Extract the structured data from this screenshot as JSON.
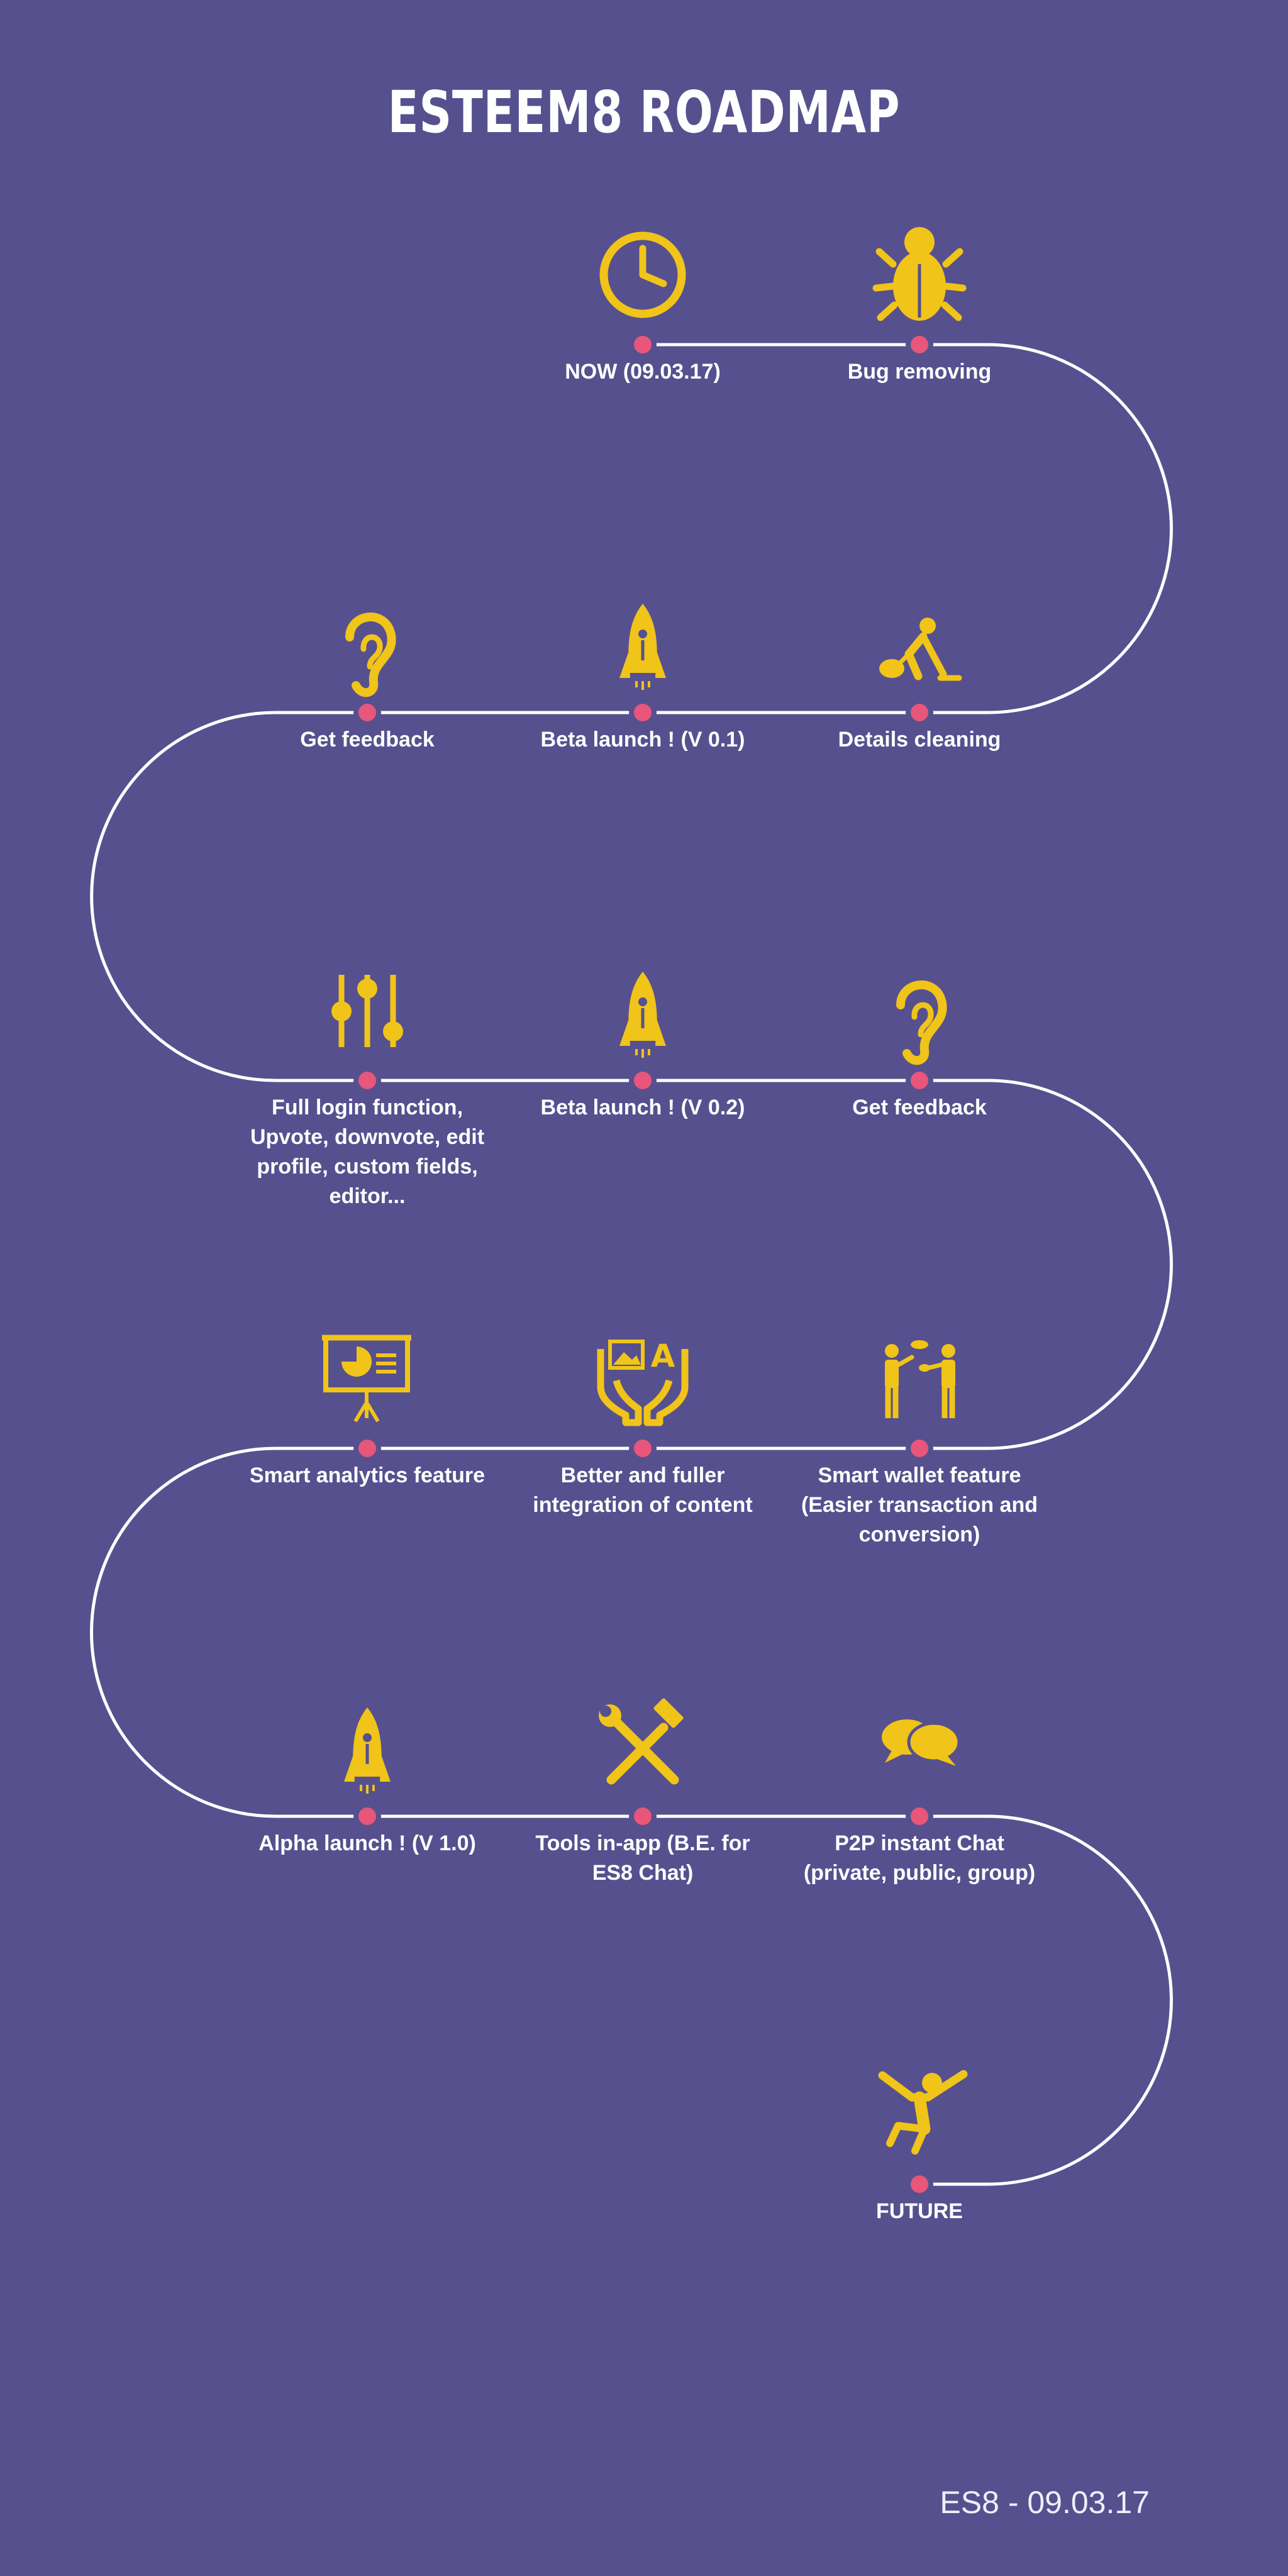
{
  "title": "ESTEEM8 ROADMAP",
  "footer": "ES8 - 09.03.17",
  "colors": {
    "background": "#56508f",
    "path": "#ffffff",
    "dot": "#e8567a",
    "icon": "#f0c419"
  },
  "milestones": [
    {
      "label": "NOW (09.03.17)",
      "icon": "clock-icon"
    },
    {
      "label": "Bug removing",
      "icon": "bug-icon"
    },
    {
      "label": "Details cleaning",
      "icon": "vacuum-cleaning-icon"
    },
    {
      "label": "Beta launch ! (V 0.1)",
      "icon": "rocket-icon"
    },
    {
      "label": "Get feedback",
      "icon": "ear-icon"
    },
    {
      "label": "Full login function, Upvote, downvote, edit profile, custom fields, editor...",
      "icon": "sliders-icon"
    },
    {
      "label": "Beta launch ! (V 0.2)",
      "icon": "rocket-icon"
    },
    {
      "label": "Get feedback",
      "icon": "ear-icon"
    },
    {
      "label": "Smart wallet feature (Easier transaction and conversion)",
      "icon": "exchange-people-icon"
    },
    {
      "label": "Better and fuller integration of content",
      "icon": "hands-media-icon"
    },
    {
      "label": "Smart analytics feature",
      "icon": "presentation-icon"
    },
    {
      "label": "Alpha launch ! (V 1.0)",
      "icon": "rocket-icon"
    },
    {
      "label": "Tools in-app (B.E. for ES8 Chat)",
      "icon": "tools-icon"
    },
    {
      "label": "P2P instant Chat (private, public, group)",
      "icon": "chat-bubbles-icon"
    },
    {
      "label": "FUTURE",
      "icon": "jumping-person-icon"
    }
  ]
}
